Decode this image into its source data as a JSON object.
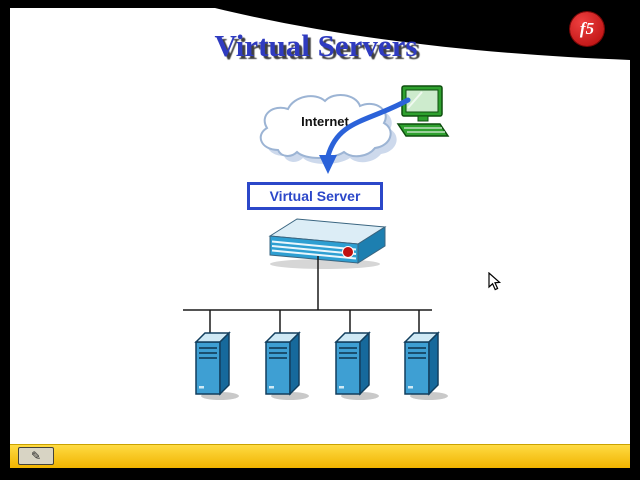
{
  "header": {
    "title": "Virtual Servers",
    "logo_text": "f5"
  },
  "diagram": {
    "cloud_label": "Internet",
    "virtual_server_label": "Virtual Server",
    "server_count": 4
  },
  "icons": {
    "pen_button": "✎"
  },
  "colors": {
    "title_blue": "#2F3BC0",
    "f5_red": "#B50B0B",
    "band_yellow": "#FFD200",
    "device_blue": "#2E9FD2",
    "server_blue": "#3E9FD3",
    "arrow_blue": "#2B62D9"
  }
}
